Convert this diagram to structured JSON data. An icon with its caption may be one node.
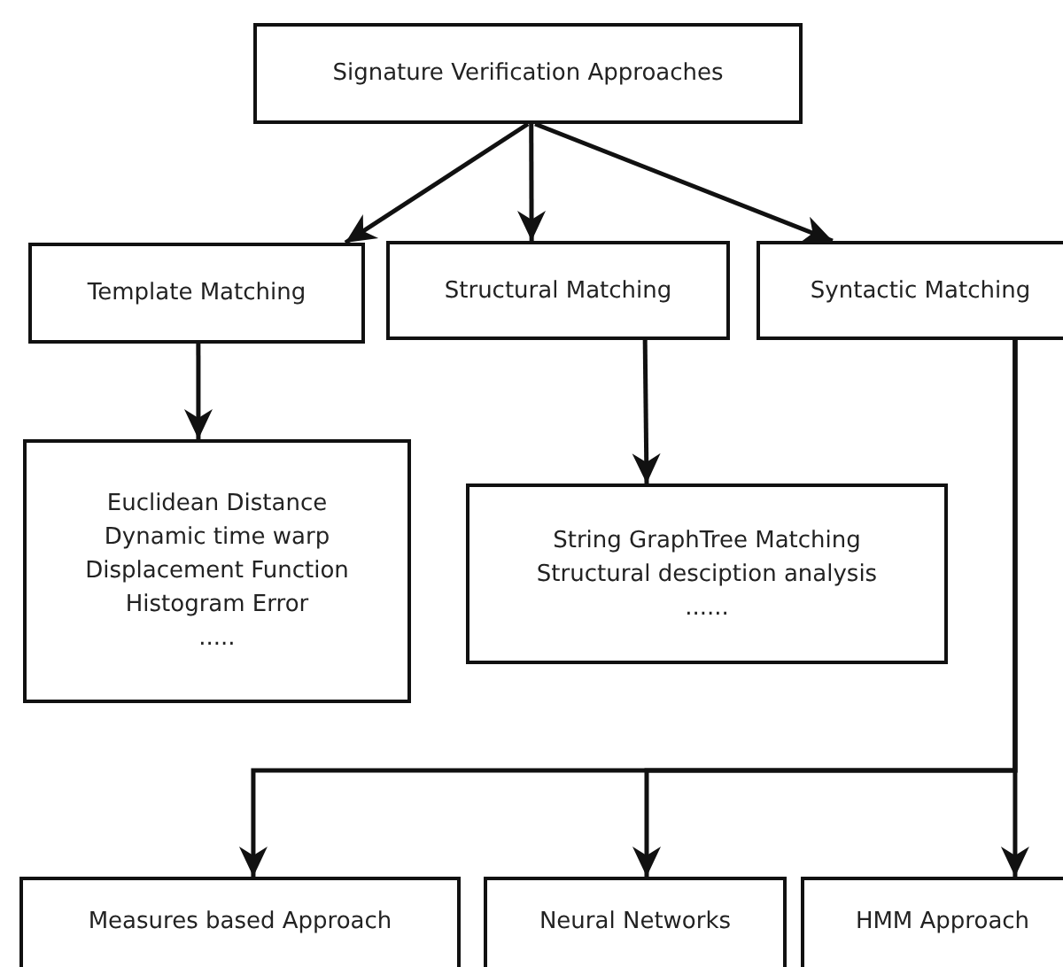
{
  "diagram": {
    "nodes": [
      {
        "text": [
          "Signature Verification Approaches"
        ]
      },
      {
        "text": [
          "Template Matching"
        ]
      },
      {
        "text": [
          "Structural Matching"
        ]
      },
      {
        "text": [
          "Syntactic Matching"
        ]
      },
      {
        "text": [
          "Euclidean Distance",
          "Dynamic time warp",
          "Displacement Function",
          "Histogram Error",
          "....."
        ]
      },
      {
        "text": [
          "String GraphTree Matching",
          "Structural desciption analysis",
          "......"
        ]
      },
      {
        "text": [
          "Measures based Approach"
        ]
      },
      {
        "text": [
          "Neural Networks"
        ]
      },
      {
        "text": [
          "HMM Approach"
        ]
      }
    ],
    "edges": [
      {
        "from": 0,
        "to": 1,
        "arrow": "to"
      },
      {
        "from": 0,
        "to": 2,
        "arrow": "to"
      },
      {
        "from": 0,
        "to": 3,
        "arrow": "to"
      },
      {
        "from": 1,
        "to": 4,
        "arrow": "to"
      },
      {
        "from": 2,
        "to": 5,
        "arrow": "to"
      },
      {
        "from": 3,
        "to": 6,
        "arrow": "to"
      },
      {
        "from": 3,
        "to": 7,
        "arrow": "to"
      },
      {
        "from": 3,
        "to": 8,
        "arrow": "to"
      }
    ]
  }
}
